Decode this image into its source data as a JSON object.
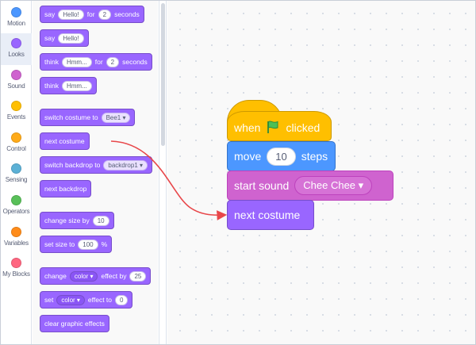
{
  "categories": [
    {
      "label": "Motion",
      "color": "#4c97ff"
    },
    {
      "label": "Looks",
      "color": "#9966ff"
    },
    {
      "label": "Sound",
      "color": "#cf63cf"
    },
    {
      "label": "Events",
      "color": "#ffbf00"
    },
    {
      "label": "Control",
      "color": "#ffab19"
    },
    {
      "label": "Sensing",
      "color": "#5cb1d6"
    },
    {
      "label": "Operators",
      "color": "#59c059"
    },
    {
      "label": "Variables",
      "color": "#ff8c1a"
    },
    {
      "label": "My Blocks",
      "color": "#ff6680"
    }
  ],
  "active_category": "Looks",
  "palette": {
    "say_for": {
      "a": "say",
      "msg": "Hello!",
      "b": "for",
      "secs": "2",
      "c": "seconds"
    },
    "say": {
      "a": "say",
      "msg": "Hello!"
    },
    "think_for": {
      "a": "think",
      "msg": "Hmm...",
      "b": "for",
      "secs": "2",
      "c": "seconds"
    },
    "think": {
      "a": "think",
      "msg": "Hmm..."
    },
    "switch_costume": {
      "a": "switch costume to",
      "value": "Bee1 ▾"
    },
    "next_costume": {
      "a": "next costume"
    },
    "switch_backdrop": {
      "a": "switch backdrop to",
      "value": "backdrop1 ▾"
    },
    "next_backdrop": {
      "a": "next backdrop"
    },
    "change_size": {
      "a": "change size by",
      "value": "10"
    },
    "set_size": {
      "a": "set size to",
      "value": "100",
      "b": "%"
    },
    "change_effect": {
      "a": "change",
      "effect": "color ▾",
      "b": "effect by",
      "value": "25"
    },
    "set_effect": {
      "a": "set",
      "effect": "color ▾",
      "b": "effect to",
      "value": "0"
    },
    "clear_effects": {
      "a": "clear graphic effects"
    }
  },
  "script": {
    "hat": {
      "a": "when",
      "b": "clicked"
    },
    "move": {
      "a": "move",
      "value": "10",
      "b": "steps"
    },
    "sound": {
      "a": "start sound",
      "value": "Chee Chee ▾"
    },
    "next_costume": {
      "a": "next costume"
    }
  },
  "colors": {
    "looks": "#9966ff",
    "motion": "#4c97ff",
    "sound": "#cf63cf",
    "events": "#ffbf00",
    "arrow": "#e8474a",
    "flag": "#4cbf56"
  },
  "icons": {
    "flag": "green-flag-icon",
    "arrow": "curved-arrow"
  }
}
